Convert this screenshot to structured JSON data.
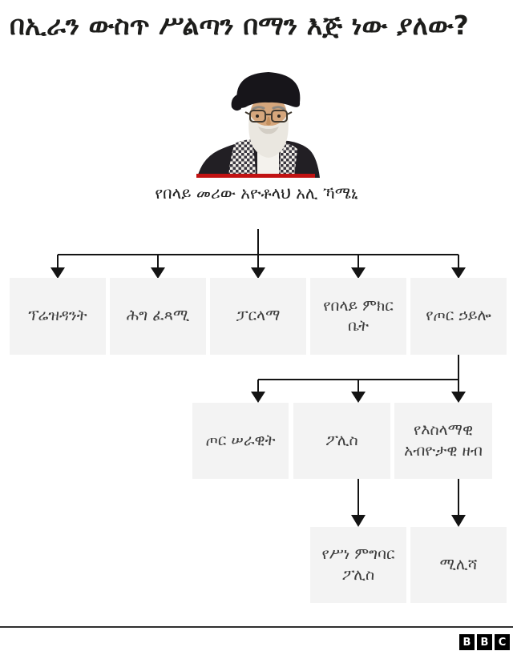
{
  "title": "በኢራን ውስጥ ሥልጣን በማን እጅ ነው ያለው?",
  "portrait": {
    "image": "khamenei-portrait",
    "caption": "የበላይ መሪው አዮቶላህ አሊ ኻሜኒ"
  },
  "colors": {
    "accent_red": "#c11212",
    "box_bg": "#f3f3f3",
    "box_text": "#3f3f3f",
    "line": "#141414",
    "title_text": "#1d1d1b"
  },
  "tree": {
    "level1": [
      {
        "id": "president",
        "label": "ፕሬዝዳንት"
      },
      {
        "id": "law-executive",
        "label": "ሕግ ፈጻሚ"
      },
      {
        "id": "parliament",
        "label": "ፓርላማ"
      },
      {
        "id": "supreme-council",
        "label": "የበላይ ምክር ቤት"
      },
      {
        "id": "armed-forces",
        "label": "የጦር ኃይሎ"
      }
    ],
    "level2": [
      {
        "id": "army",
        "label": "ጦር ሠራዊት",
        "parent": "armed-forces"
      },
      {
        "id": "police",
        "label": "ፖሊስ",
        "parent": "armed-forces"
      },
      {
        "id": "revolutionary-guard",
        "label": "የእስላማዊ አብዮታዊ ዘብ",
        "parent": "armed-forces"
      }
    ],
    "level3": [
      {
        "id": "morality-police",
        "label": "የሥነ ምግባር ፖሊስ",
        "parent": "police"
      },
      {
        "id": "militia",
        "label": "ሚሊሻ",
        "parent": "revolutionary-guard"
      }
    ]
  },
  "footer": {
    "logo": [
      "B",
      "B",
      "C"
    ]
  }
}
